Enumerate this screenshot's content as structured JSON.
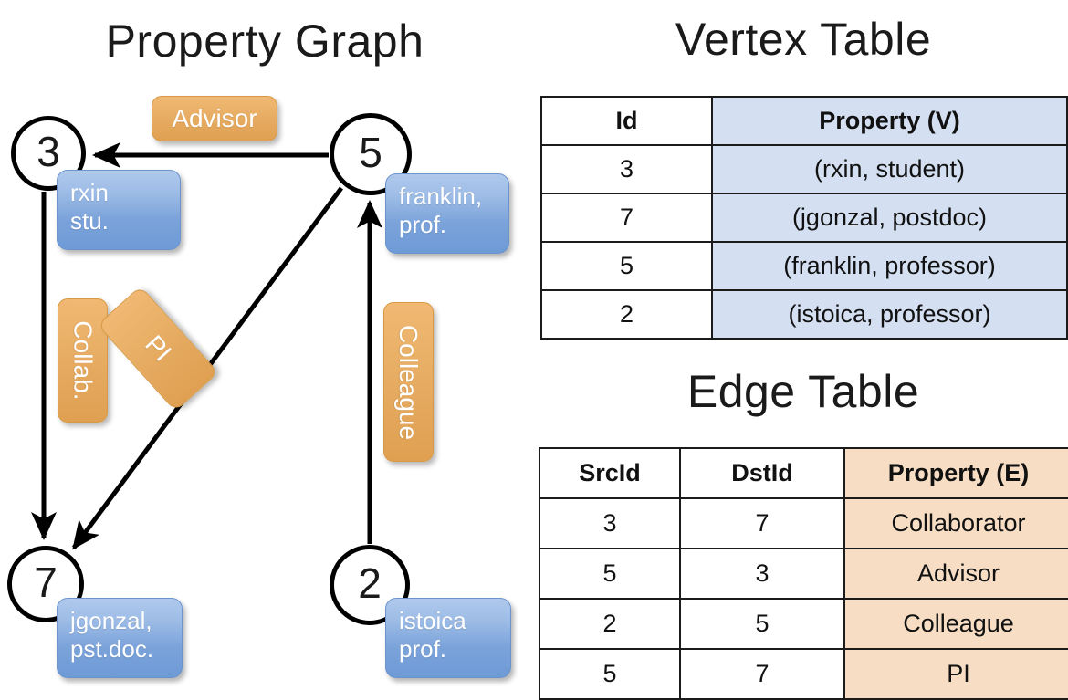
{
  "titles": {
    "property_graph": "Property Graph",
    "vertex_table": "Vertex Table",
    "edge_table": "Edge Table"
  },
  "graph": {
    "vertices": [
      {
        "id": "3",
        "name": "rxin",
        "role": "stu."
      },
      {
        "id": "5",
        "name": "franklin,",
        "role": "prof."
      },
      {
        "id": "7",
        "name": "jgonzal,",
        "role": "pst.doc."
      },
      {
        "id": "2",
        "name": "istoica",
        "role": "prof."
      }
    ],
    "edge_labels": {
      "advisor": "Advisor",
      "collab": "Collab.",
      "pi": "PI",
      "colleague": "Colleague"
    },
    "edges": [
      {
        "from": "5",
        "to": "3",
        "label": "Advisor"
      },
      {
        "from": "3",
        "to": "7",
        "label": "Collab."
      },
      {
        "from": "5",
        "to": "7",
        "label": "PI"
      },
      {
        "from": "2",
        "to": "5",
        "label": "Colleague"
      }
    ]
  },
  "vertex_table": {
    "headers": [
      "Id",
      "Property (V)"
    ],
    "rows": [
      [
        "3",
        "(rxin, student)"
      ],
      [
        "7",
        "(jgonzal, postdoc)"
      ],
      [
        "5",
        "(franklin, professor)"
      ],
      [
        "2",
        "(istoica, professor)"
      ]
    ]
  },
  "edge_table": {
    "headers": [
      "SrcId",
      "DstId",
      "Property (E)"
    ],
    "rows": [
      [
        "3",
        "7",
        "Collaborator"
      ],
      [
        "5",
        "3",
        "Advisor"
      ],
      [
        "2",
        "5",
        "Colleague"
      ],
      [
        "5",
        "7",
        "PI"
      ]
    ]
  },
  "colors": {
    "vertex_property_fill": "#d4e0f2",
    "edge_property_fill": "#f6ddc3",
    "node_box_blue": "#7ba3da",
    "edge_label_orange": "#e4a85d",
    "stroke": "#000000"
  }
}
